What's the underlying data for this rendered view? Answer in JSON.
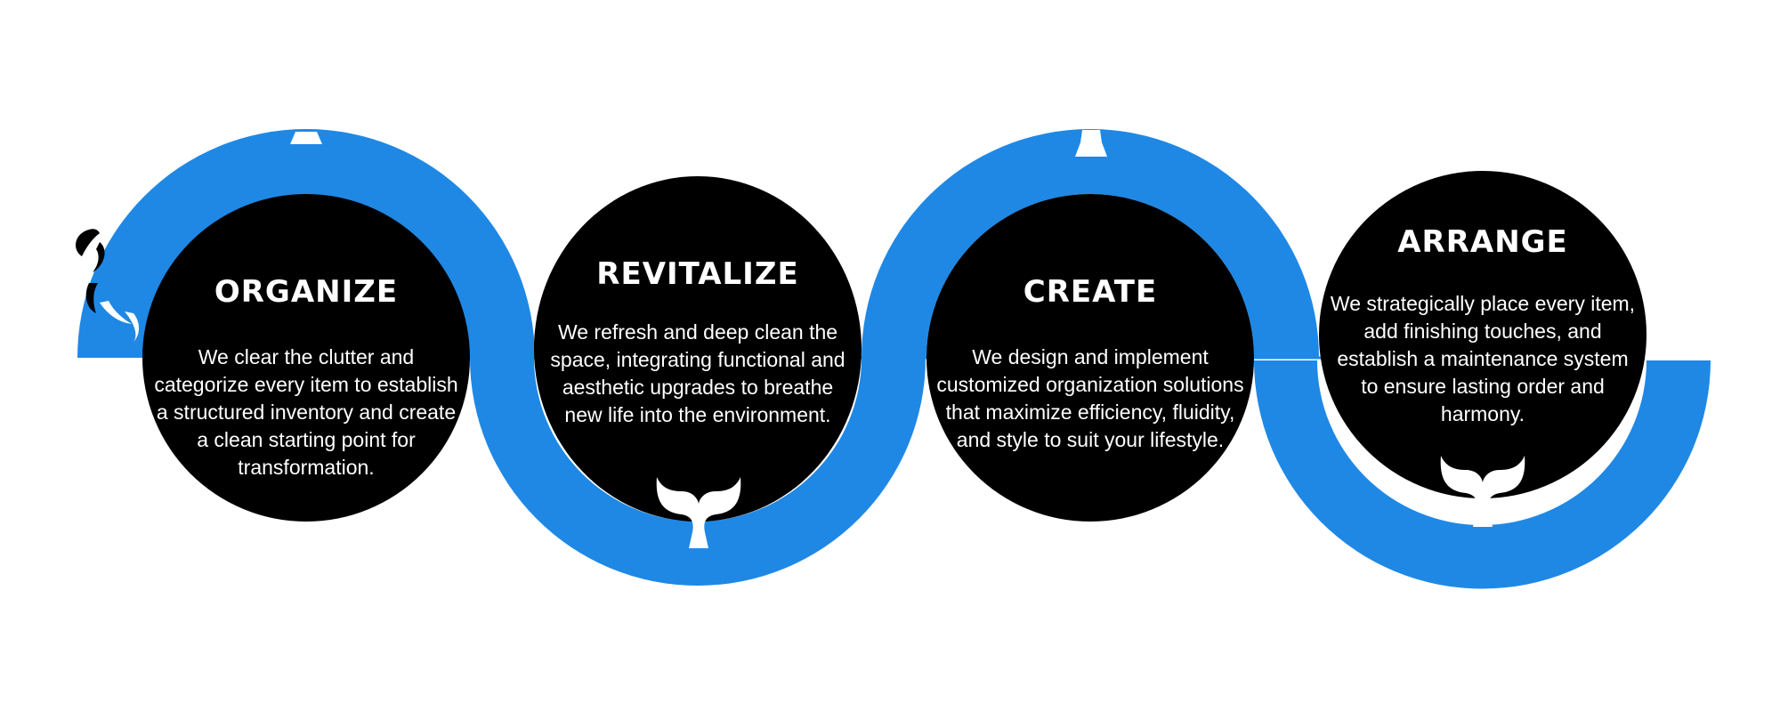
{
  "colors": {
    "accent_blue": "#1f88e5",
    "circle_fill": "#000000",
    "text": "#ffffff",
    "background": "#ffffff"
  },
  "steps": [
    {
      "title": "ORGANIZE",
      "description": "We clear the clutter and categorize every item to establish a structured inventory and create a clean starting point for transformation."
    },
    {
      "title": "REVITALIZE",
      "description": "We refresh and deep clean the space, integrating functional and aesthetic upgrades to breathe new life into the environment."
    },
    {
      "title": "CREATE",
      "description": "We design and implement customized organization solutions that maximize efficiency, fluidity, and style to suit your lifestyle."
    },
    {
      "title": "ARRANGE",
      "description": "We strategically place every item, add finishing touches, and establish a maintenance system to ensure lasting order and harmony."
    }
  ],
  "icons": {
    "decoration": "whale-tail-icon"
  }
}
